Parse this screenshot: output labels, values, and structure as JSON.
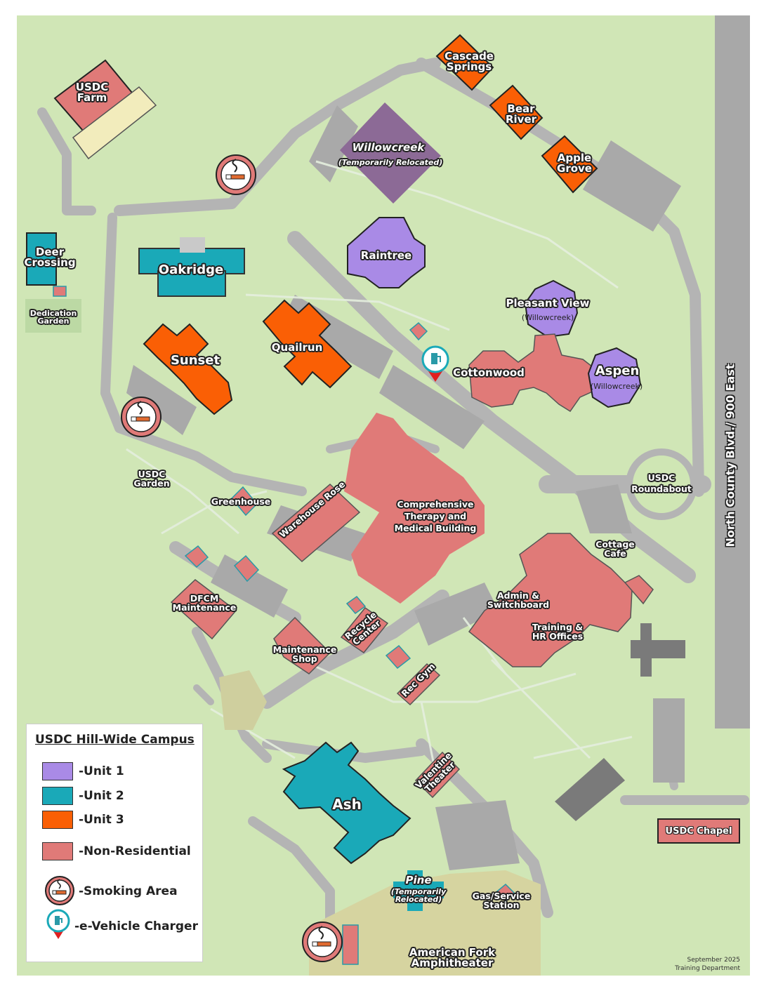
{
  "colors": {
    "unit1": "#a98ae6",
    "unit2": "#1aa9b8",
    "unit3": "#fa5f05",
    "non_residential": "#e07a78",
    "relocated": "#8c6a96",
    "grass": "#cfe6b4",
    "road": "#b3b3b3"
  },
  "legend": {
    "title": "USDC Hill-Wide Campus",
    "items": [
      {
        "label": "-Unit 1",
        "color": "#a98ae6",
        "icon": "swatch"
      },
      {
        "label": "-Unit 2",
        "color": "#1aa9b8",
        "icon": "swatch"
      },
      {
        "label": "-Unit 3",
        "color": "#fa5f05",
        "icon": "swatch"
      },
      {
        "label": "-Non-Residential",
        "color": "#e07a78",
        "icon": "swatch"
      },
      {
        "label": "-Smoking Area",
        "icon": "smoking-area-icon"
      },
      {
        "label": "-e-Vehicle Charger",
        "icon": "ev-charger-icon"
      }
    ]
  },
  "buildings": {
    "usdc_farm": "USDC\nFarm",
    "deer_crossing": "Deer\nCrossing",
    "dedication_garden": "Dedication\nGarden",
    "cascade_springs": "Cascade\nSprings",
    "bear_river": "Bear\nRiver",
    "apple_grove": "Apple\nGrove",
    "willowcreek": "Willowcreek",
    "willowcreek_note": "(Temporarily Relocated)",
    "raintree": "Raintree",
    "oakridge": "Oakridge",
    "pleasant_view": "Pleasant View",
    "pleasant_view_note": "(Willowcreek)",
    "cottonwood": "Cottonwood",
    "aspen": "Aspen",
    "aspen_note": "(Willowcreek)",
    "sunset": "Sunset",
    "quailrun": "Quailrun",
    "usdc_garden": "USDC\nGarden",
    "greenhouse": "Greenhouse",
    "warehouse_rose": "Warehouse Rose",
    "ctmb": "Comprehensive\nTherapy and\nMedical Building",
    "usdc_roundabout": "USDC\nRoundabout",
    "cottage_cafe": "Cottage\nCafe",
    "dfcm": "DFCM\nMaintenance",
    "admin": "Admin &\nSwitchboard",
    "training": "Training &\nHR Offices",
    "recycle": "Recycle\nCenter",
    "maintenance_shop": "Maintenance\nShop",
    "rec_gym": "Rec Gym",
    "valentine": "Valentine\nTheater",
    "ash": "Ash",
    "pine": "Pine",
    "pine_note": "(Temporarily\nRelocated)",
    "gas_station": "Gas/Service\nStation",
    "amphitheater": "American Fork\nAmphitheater",
    "chapel": "USDC Chapel"
  },
  "road_label": "North County Blvd./ 900 East",
  "footer": {
    "line1": "September 2025",
    "line2": "Training Department"
  }
}
